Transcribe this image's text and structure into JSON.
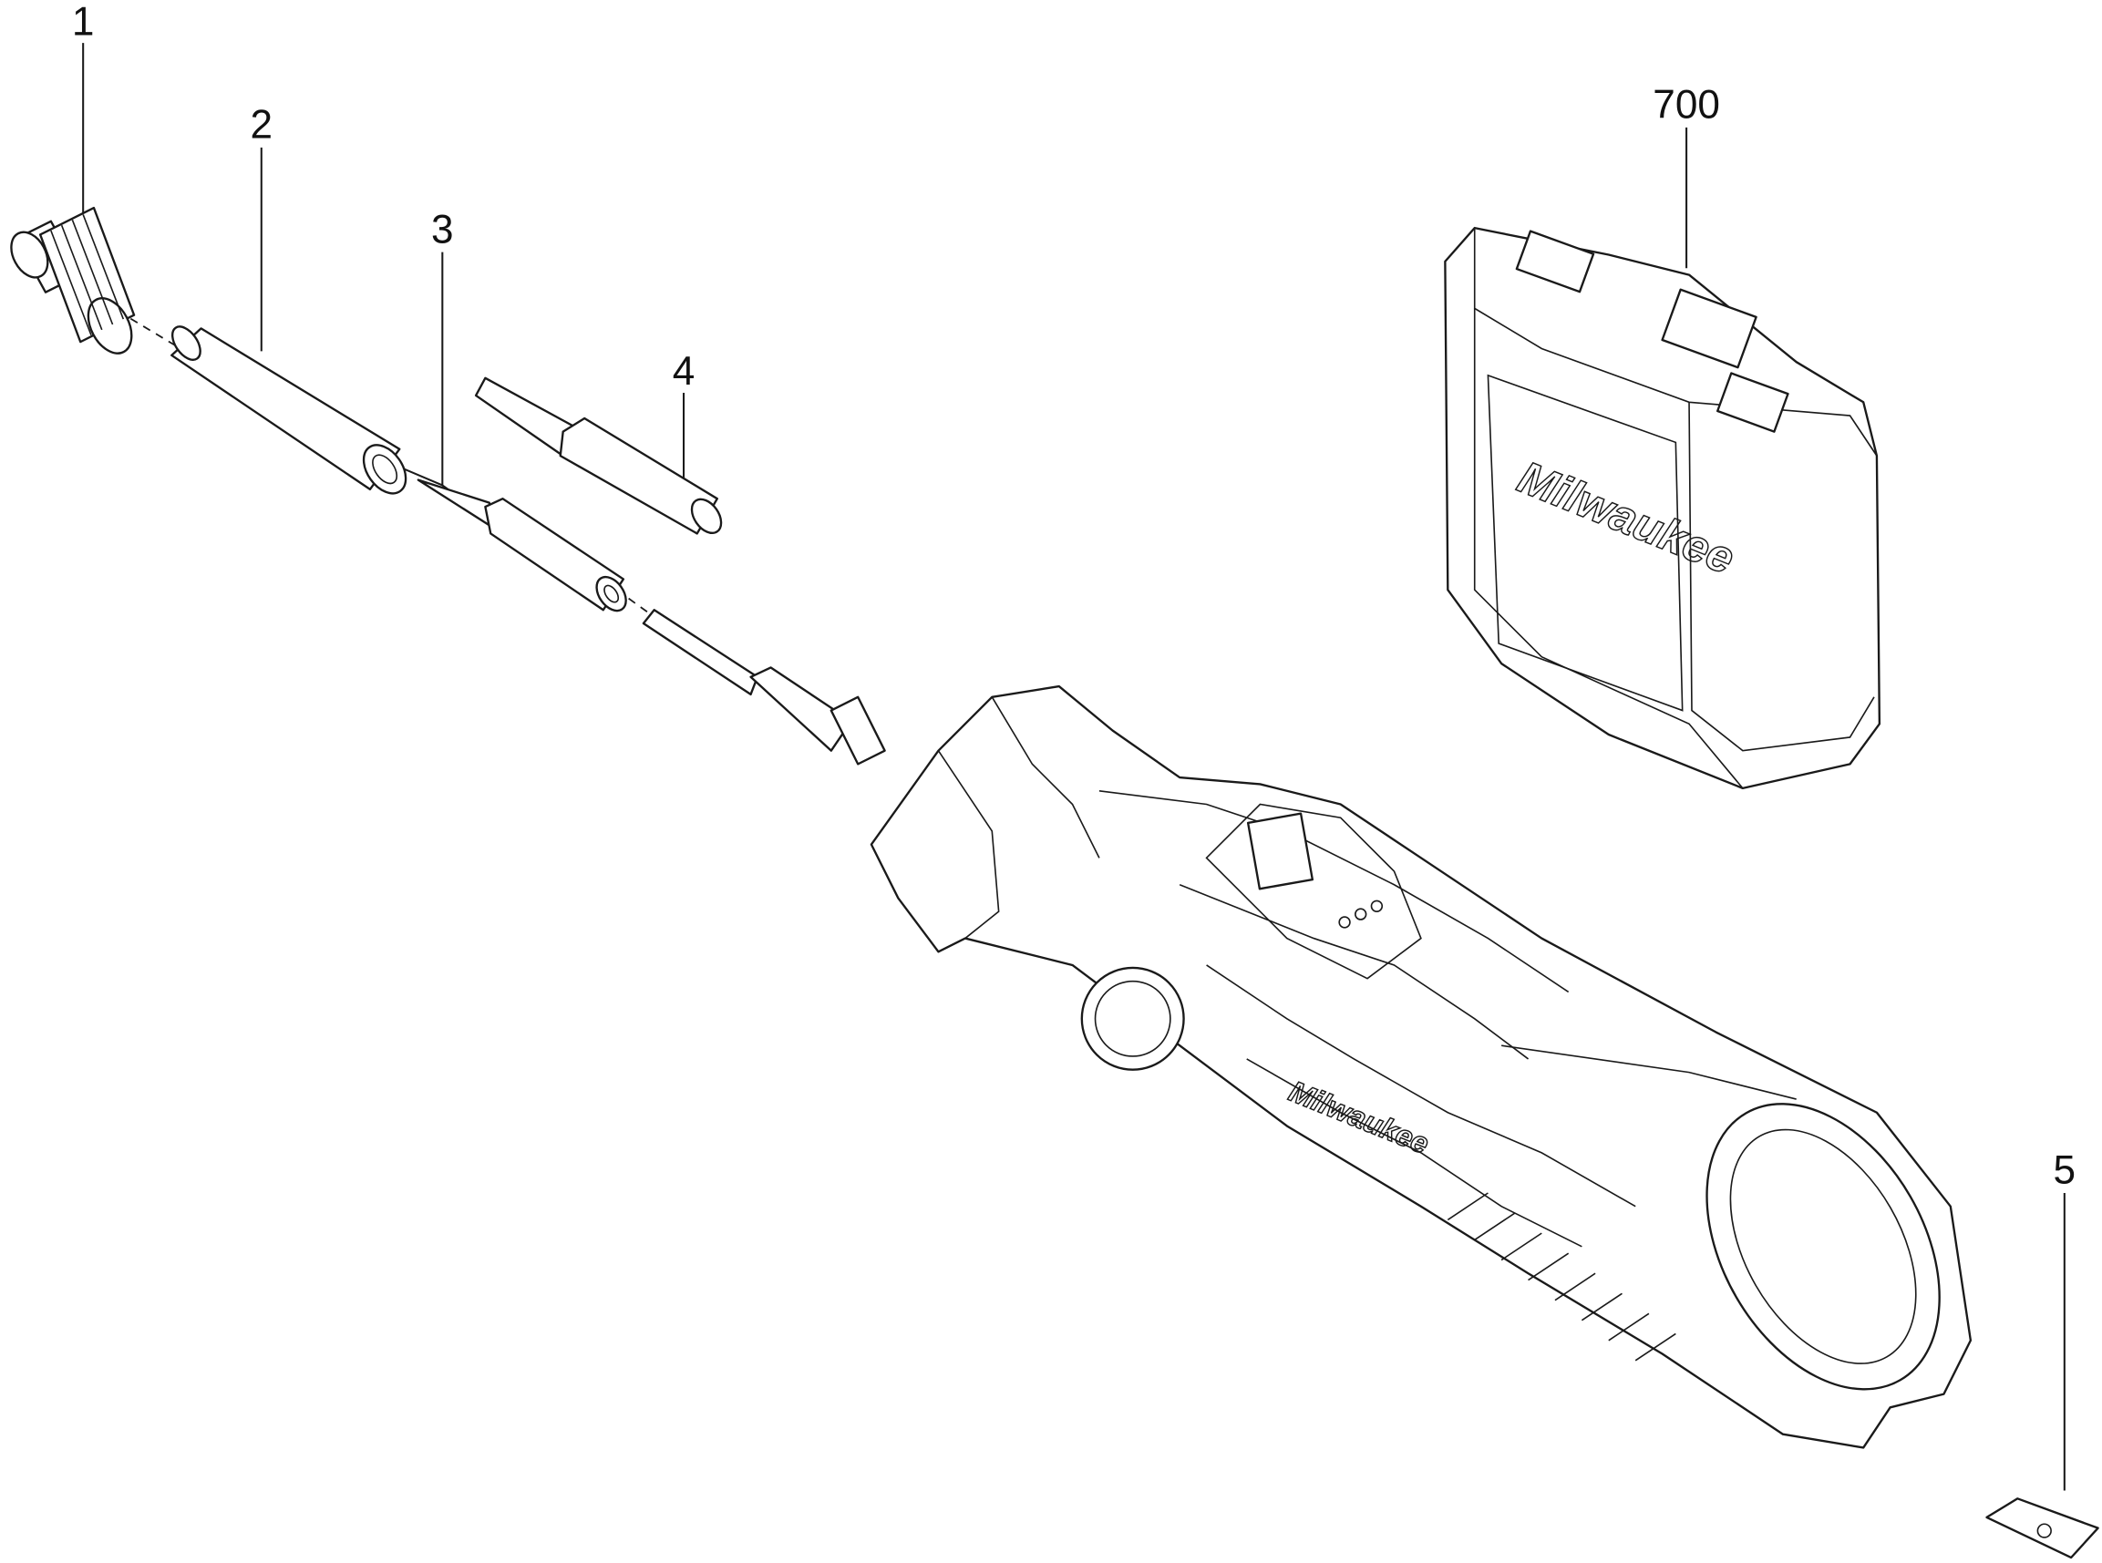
{
  "diagram": {
    "type": "exploded parts diagram",
    "parts": [
      {
        "ref": "1"
      },
      {
        "ref": "2"
      },
      {
        "ref": "3"
      },
      {
        "ref": "4"
      },
      {
        "ref": "5"
      },
      {
        "ref": "700"
      }
    ],
    "brand_logo_text": "Milwaukee"
  }
}
